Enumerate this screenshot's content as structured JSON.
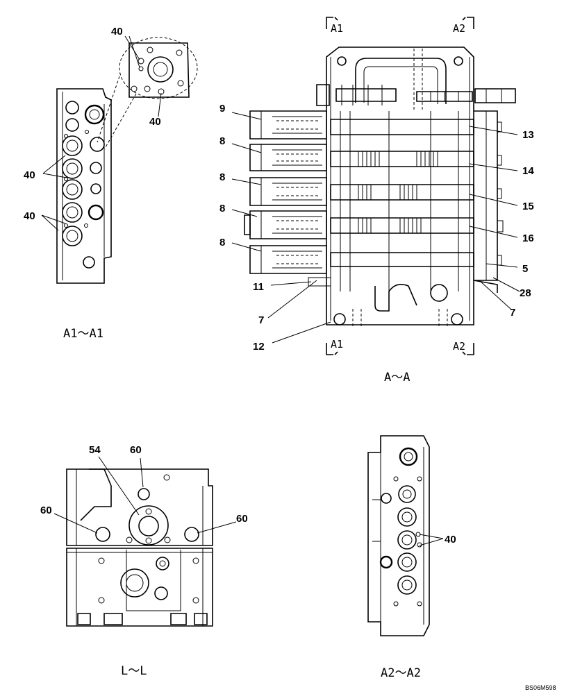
{
  "views": {
    "a1": {
      "caption": "A1～A1"
    },
    "aa": {
      "caption": "A～A"
    },
    "ll": {
      "caption": "L～L"
    },
    "a2": {
      "caption": "A2～A2"
    }
  },
  "section_marks": {
    "a1": "A1",
    "a2": "A2"
  },
  "callouts": {
    "n40": "40",
    "n9": "9",
    "n8": "8",
    "n11": "11",
    "n7": "7",
    "n12": "12",
    "n13": "13",
    "n14": "14",
    "n15": "15",
    "n16": "16",
    "n5": "5",
    "n28": "28",
    "n54": "54",
    "n60": "60"
  },
  "drawing_code": "BS06M598"
}
